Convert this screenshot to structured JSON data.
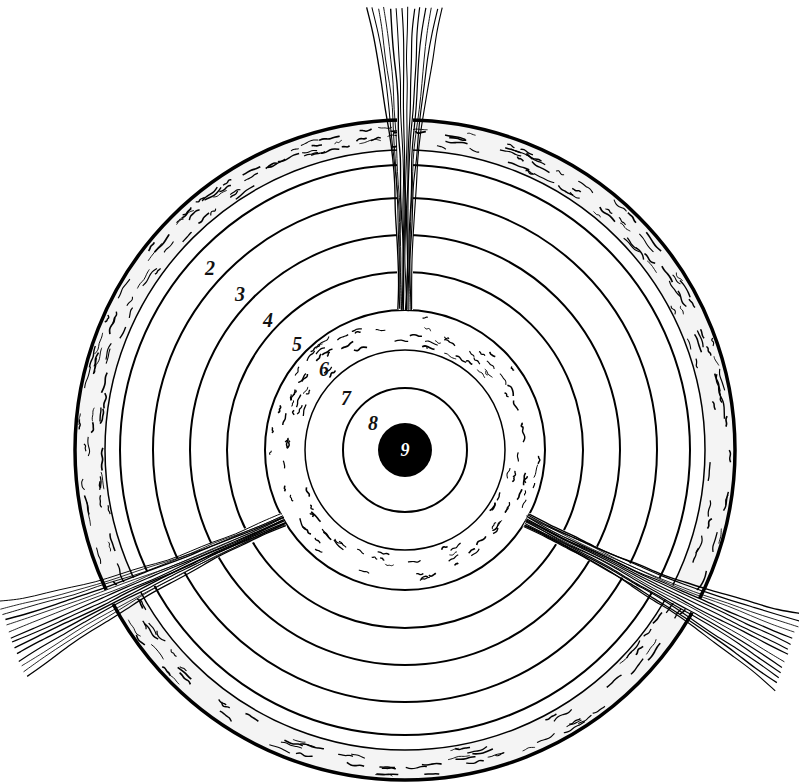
{
  "diagram": {
    "nodes": [
      {
        "text": [
          "9"
        ]
      }
    ],
    "labels": [
      "2",
      "3",
      "4",
      "5",
      "6",
      "7",
      "8"
    ]
  }
}
